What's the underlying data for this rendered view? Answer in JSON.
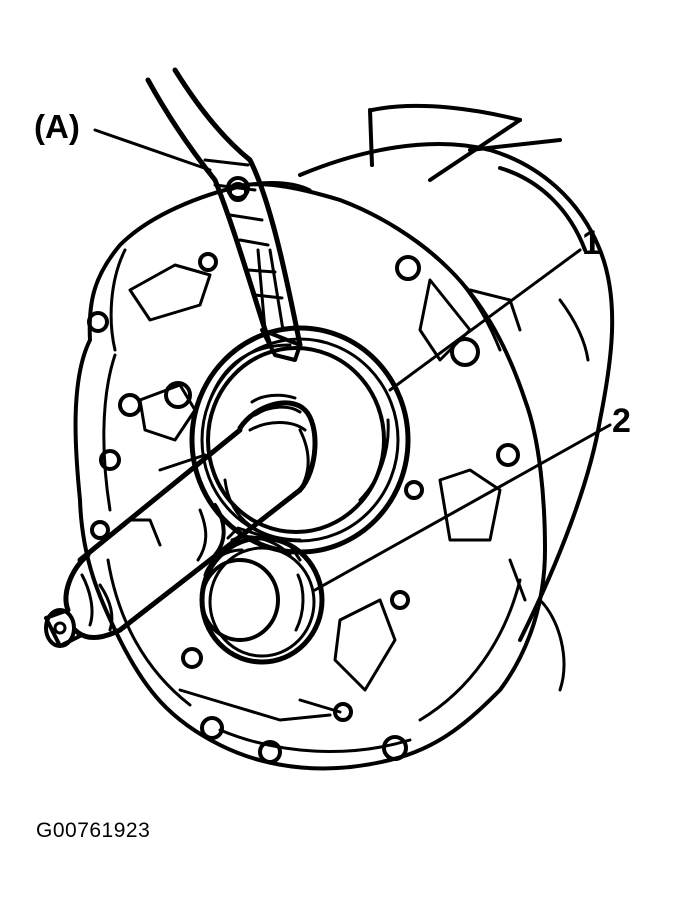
{
  "callouts": {
    "tool": "(A)",
    "part_1": "1",
    "part_2": "2"
  },
  "figure_id": "G00761923",
  "colors": {
    "ink": "#000000",
    "paper": "#ffffff"
  }
}
